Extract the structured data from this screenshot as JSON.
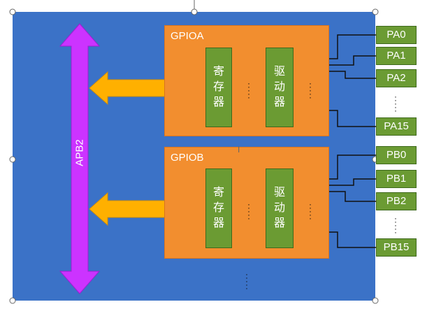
{
  "bus": {
    "label": "APB2"
  },
  "gpio_blocks": [
    {
      "title": "GPIOA",
      "register_label": [
        "寄",
        "存",
        "器"
      ],
      "driver_label": [
        "驱",
        "动",
        "器"
      ],
      "pins": [
        "PA0",
        "PA1",
        "PA2",
        "PA15"
      ]
    },
    {
      "title": "GPIOB",
      "register_label": [
        "寄",
        "存",
        "器"
      ],
      "driver_label": [
        "驱",
        "动",
        "器"
      ],
      "pins": [
        "PB0",
        "PB1",
        "PB2",
        "PB15"
      ]
    }
  ],
  "colors": {
    "background_panel": "#3b72c7",
    "gpio_block": "#f28e2f",
    "module_box": "#6b9b33",
    "bus_arrow": "#cc33ff",
    "connection_arrow": "#ffb000"
  }
}
